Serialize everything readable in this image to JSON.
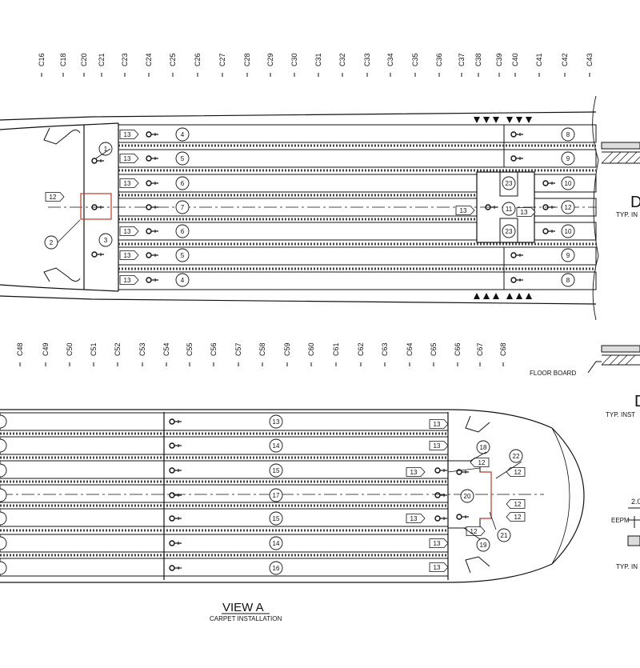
{
  "top_frames": [
    "C16",
    "C18",
    "C20",
    "C21",
    "C23",
    "C24",
    "C25",
    "C26",
    "C27",
    "C28",
    "C29",
    "C30",
    "C31",
    "C32",
    "C33",
    "C34",
    "C35",
    "C36",
    "C37",
    "C38",
    "C39",
    "C40",
    "C41",
    "C42",
    "C43"
  ],
  "bottom_frames": [
    "C48",
    "C49",
    "C50",
    "C51",
    "C52",
    "C53",
    "C54",
    "C55",
    "C56",
    "C57",
    "C58",
    "C59",
    "C60",
    "C61",
    "C62",
    "C63",
    "C64",
    "C65",
    "C66",
    "C67",
    "C68"
  ],
  "top_view": {
    "zone_numbers": [
      "1",
      "2",
      "3",
      "4",
      "5",
      "6",
      "7",
      "6",
      "5",
      "4",
      "8",
      "9",
      "10",
      "11",
      "12",
      "10",
      "9",
      "8",
      "23",
      "23"
    ],
    "tags": [
      "13",
      "13",
      "13",
      "13",
      "13",
      "13",
      "13",
      "12",
      "13",
      "13"
    ]
  },
  "bottom_view": {
    "zone_numbers": [
      "13",
      "14",
      "15",
      "17",
      "15",
      "14",
      "16",
      "18",
      "19",
      "20",
      "21",
      "22"
    ],
    "tags": [
      "13",
      "13",
      "13",
      "13",
      "13",
      "13",
      "13",
      "12",
      "12",
      "12",
      "12",
      "12",
      "12"
    ]
  },
  "labels": {
    "view_title": "VIEW A",
    "view_subtitle": "CARPET INSTALLATION",
    "floor_board": "FLOOR BOARD",
    "detail_letter": "D",
    "typ_inst": "TYP. IN",
    "typ_inst_b": "TYP. INST",
    "typ_inst_c": "TYP. IN",
    "eepm": "EEPM",
    "dim_partial": "2.0"
  }
}
